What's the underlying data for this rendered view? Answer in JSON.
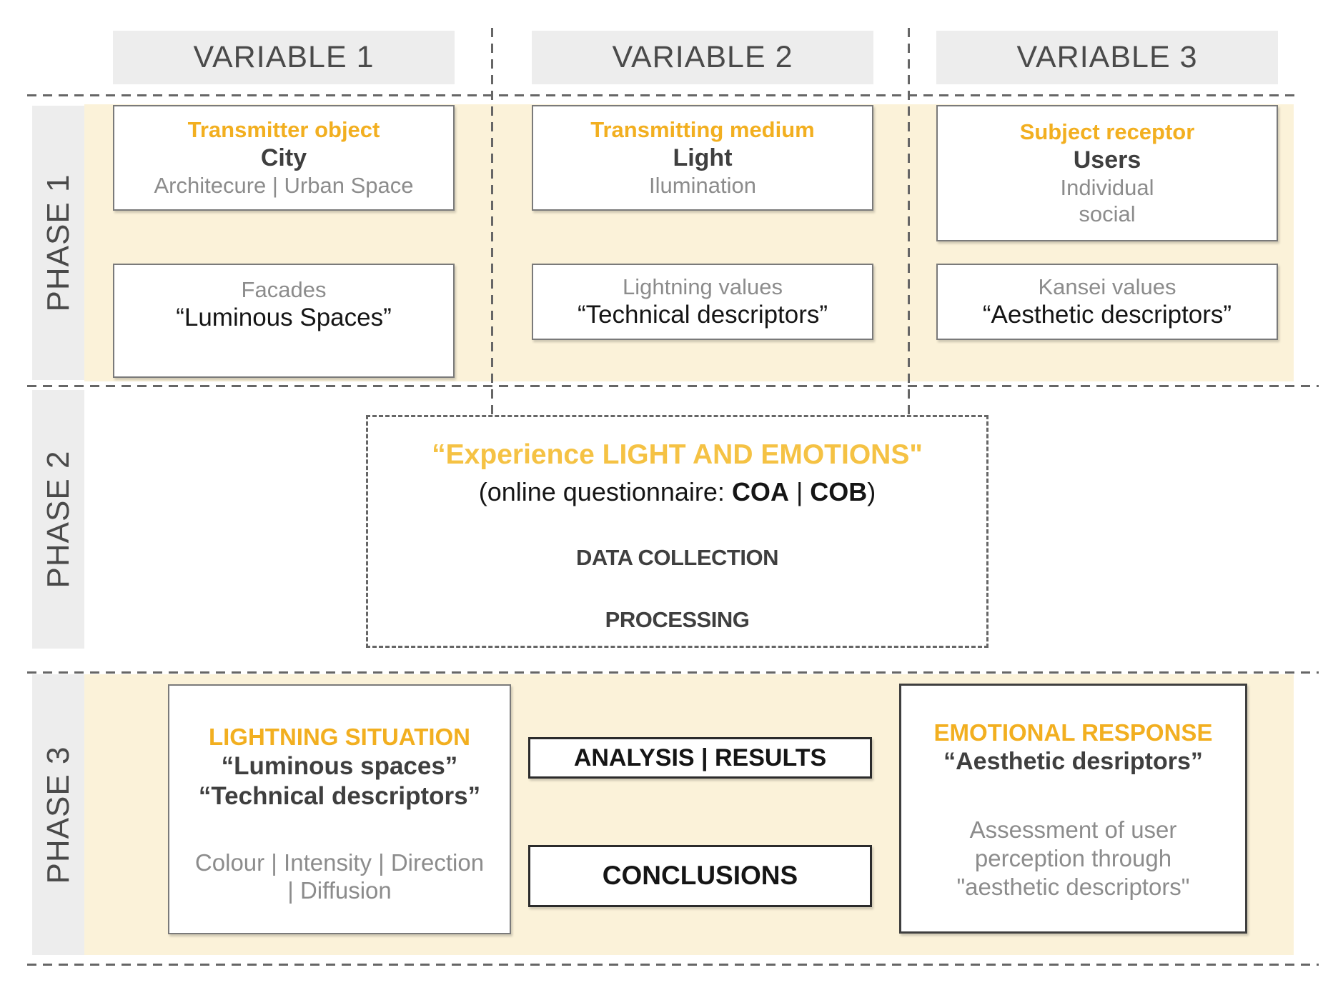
{
  "colors": {
    "accent": "#F2AF20",
    "accent-light": "#F5C244",
    "cream": "#FBF2D9",
    "panel-gray": "#EDEDED",
    "label-gray": "#4A4A4A",
    "dark-text": "#3F3F3F",
    "mid-gray-text": "#8C8C8C",
    "black-text": "#151515",
    "border-gray": "#7A7A7A",
    "border-dark": "#2B2B2B",
    "dash-gray": "#666666"
  },
  "headers": {
    "variable1": "VARIABLE 1",
    "variable2": "VARIABLE 2",
    "variable3": "VARIABLE 3"
  },
  "phase_labels": {
    "phase1": "PHASE 1",
    "phase2": "PHASE 2",
    "phase3": "PHASE 3"
  },
  "phase1": {
    "transmitter": {
      "title": "Transmitter object",
      "subject": "City",
      "detail": "Architecure | Urban Space"
    },
    "medium": {
      "title": "Transmitting medium",
      "subject": "Light",
      "detail": "Ilumination"
    },
    "receptor": {
      "title": "Subject receptor",
      "subject": "Users",
      "detail1": "Individual",
      "detail2": "social"
    },
    "facades": {
      "label": "Facades",
      "quoted": "“Luminous Spaces”"
    },
    "lightning": {
      "label": "Lightning values",
      "quoted": "“Technical descriptors”"
    },
    "kansei": {
      "label": "Kansei values",
      "quoted": "“Aesthetic descriptors”"
    }
  },
  "phase2": {
    "title": "“Experience LIGHT AND EMOTIONS\"",
    "questionnaire": {
      "prefix": "(online questionnaire: ",
      "coa": "COA",
      "separator": " | ",
      "cob": "COB",
      "suffix": ")"
    },
    "data_collection": "DATA COLLECTION",
    "processing": "PROCESSING"
  },
  "phase3": {
    "lightning_situation": {
      "title": "LIGHTNING SITUATION",
      "quoted1": "“Luminous spaces”",
      "quoted2": "“Technical descriptors”",
      "detail1": "Colour | Intensity | Direction",
      "detail2": "| Diffusion"
    },
    "analysis": "ANALYSIS | RESULTS",
    "conclusions": "CONCLUSIONS",
    "emotional_response": {
      "title": "EMOTIONAL RESPONSE",
      "quoted": "“Aesthetic desriptors”",
      "detail1": "Assessment of user",
      "detail2": "perception through",
      "detail3": "\"aesthetic descriptors\""
    }
  }
}
